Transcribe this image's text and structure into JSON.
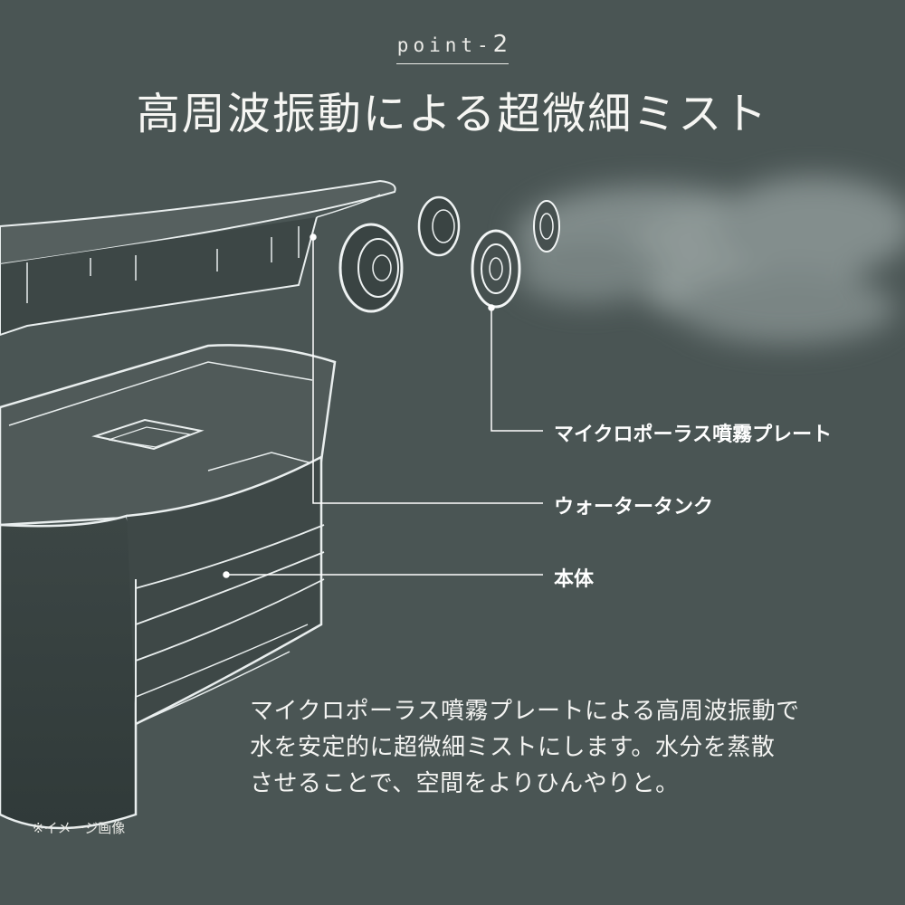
{
  "point": {
    "prefix": "point-",
    "number": "2"
  },
  "headline": "高周波振動による超微細ミスト",
  "callouts": {
    "plate": "マイクロポーラス噴霧プレート",
    "tank": "ウォータータンク",
    "body": "本体"
  },
  "description": [
    "マイクロポーラス噴霧プレートによる高周波振動で",
    "水を安定的に超微細ミストにします。水分を蒸散",
    "させることで、空間をよりひんやりと。"
  ],
  "note": "※イメージ画像",
  "colors": {
    "background": "#4a5554",
    "text": "#f4f4f2",
    "line": "#ffffff"
  }
}
